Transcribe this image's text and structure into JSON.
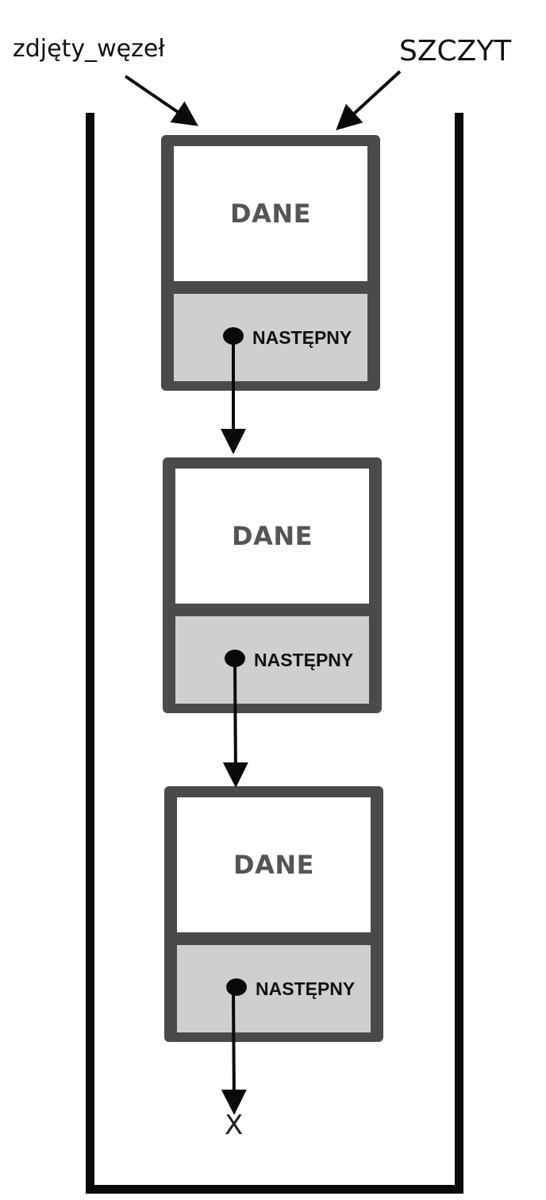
{
  "labels": {
    "removed_node": "zdjęty_węzeł",
    "top": "SZCZYT",
    "null_end": "X"
  },
  "nodes": [
    {
      "data": "DANE",
      "next": "NASTĘPNY"
    },
    {
      "data": "DANE",
      "next": "NASTĘPNY"
    },
    {
      "data": "DANE",
      "next": "NASTĘPNY"
    }
  ],
  "colors": {
    "node_frame": "#4a4a4a",
    "data_cell": "#ffffff",
    "next_cell": "#cfcfcf",
    "arrows": "#0a0a0a"
  }
}
